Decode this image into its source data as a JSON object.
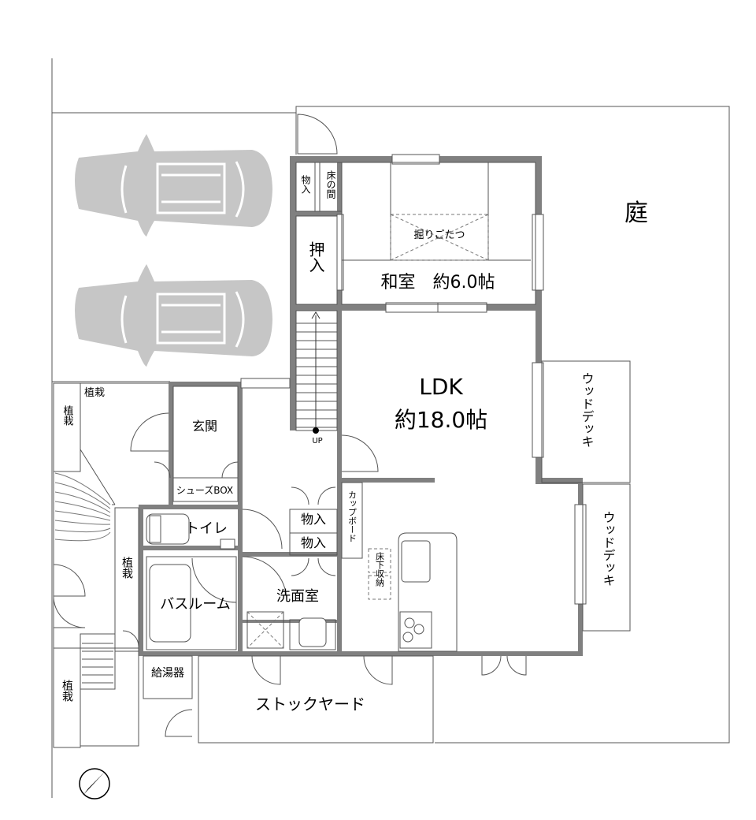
{
  "rooms": {
    "garden": "庭",
    "closet_small": "物入",
    "tokonoma": "床の間",
    "oshiire": "押入",
    "horigotatsu": "掘りごたつ",
    "washitsu": "和室　約6.0帖",
    "ldk_name": "LDK",
    "ldk_size": "約18.0帖",
    "wood_deck_1": "ウッドデッキ",
    "wood_deck_2": "ウッドデッキ",
    "planting_top": "植栽",
    "planting_left": "植栽",
    "planting_mid": "植栽",
    "planting_bottom": "植栽",
    "entrance": "玄関",
    "shoe_box": "シューズBOX",
    "toilet": "トイレ",
    "storage_1": "物入",
    "storage_2": "物入",
    "cupboard": "カップボード",
    "underfloor": "床下収納",
    "bathroom": "バスルーム",
    "washroom": "洗面室",
    "water_heater": "給湯器",
    "stockyard": "ストックヤード",
    "stair_up": "UP"
  },
  "icons": {
    "cars": "car-icon",
    "compass": "north-arrow-icon"
  }
}
